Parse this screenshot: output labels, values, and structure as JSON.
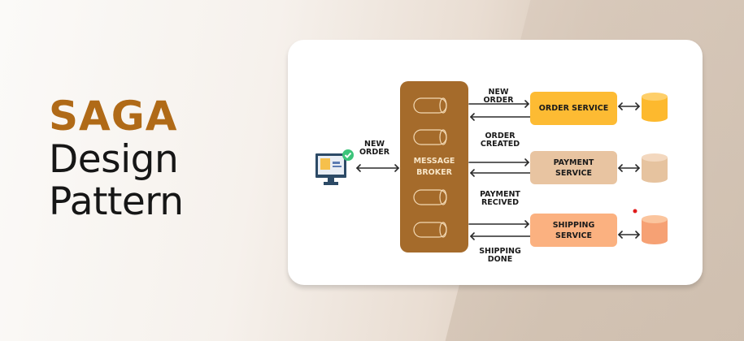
{
  "title": {
    "line1": "SAGA",
    "line2": "Design",
    "line3": "Pattern"
  },
  "colors": {
    "accent": "#b06a17",
    "broker": "#a56b2b",
    "order_service": "#fdbb33",
    "payment_service": "#e8c4a1",
    "shipping_service": "#fbb180",
    "text_dark": "#161616",
    "card_bg": "#ffffff"
  },
  "diagram": {
    "client": {
      "icon": "computer-monitor-check-icon",
      "label": "NEW\nORDER"
    },
    "broker": {
      "label_line1": "MESSAGE",
      "label_line2": "BROKER",
      "queues": 4
    },
    "flows": [
      {
        "label_line1": "NEW",
        "label_line2": "ORDER"
      },
      {
        "label_line1": "ORDER",
        "label_line2": "CREATED"
      },
      {
        "label_line1": "PAYMENT",
        "label_line2": "RECIVED"
      },
      {
        "label_line1": "SHIPPING",
        "label_line2": "DONE"
      }
    ],
    "services": [
      {
        "label_line1": "ORDER SERVICE",
        "label_line2": "",
        "color": "#fdbb33",
        "db_color": "#fdbb33"
      },
      {
        "label_line1": "PAYMENT",
        "label_line2": "SERVICE",
        "color": "#e8c4a1",
        "db_color": "#e8c7a6"
      },
      {
        "label_line1": "SHIPPING",
        "label_line2": "SERVICE",
        "color": "#fbb180",
        "db_color": "#f8a77a"
      }
    ]
  }
}
